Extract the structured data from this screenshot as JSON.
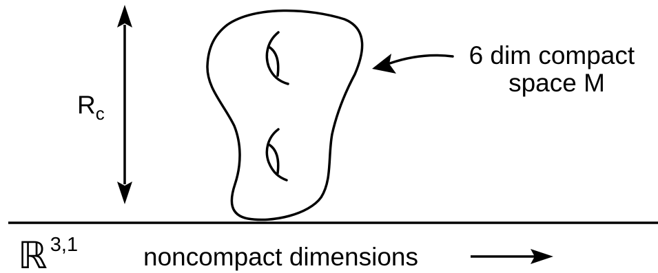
{
  "diagram": {
    "labels": {
      "rc_main": "R",
      "rc_sub": "c",
      "compact_line1": "6 dim compact",
      "compact_line2": "space M",
      "spacetime_symbol": "ℝ",
      "spacetime_exponent": "3,1",
      "noncompact": "noncompact dimensions"
    },
    "colors": {
      "stroke": "#000000",
      "background": "#ffffff"
    }
  }
}
